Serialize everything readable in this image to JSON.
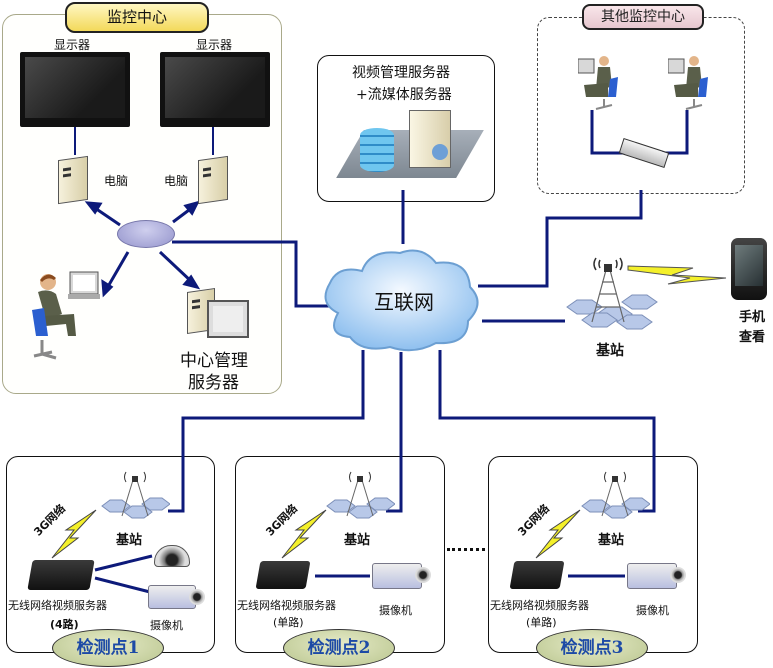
{
  "colors": {
    "wire": "#0d1a7a",
    "center_pill": "#f3d95a",
    "other_pill": "#e6c7cf",
    "oval": "#c8d19c",
    "oval_text": "#1d4aa6",
    "cloud": "#9cc9f2"
  },
  "monitoring_center": {
    "title": "监控中心",
    "monitor_left_label": "显示器",
    "monitor_right_label": "显示器",
    "pc_left_label": "电脑",
    "pc_right_label": "电脑",
    "server_label_line1": "中心管理",
    "server_label_line2": "服务器"
  },
  "video_server": {
    "label_line1": "视频管理服务器",
    "label_line2": "+流媒体服务器"
  },
  "other_center": {
    "title": "其他监控中心"
  },
  "internet": {
    "label": "互联网"
  },
  "base_station_main": {
    "label": "基站"
  },
  "mobile": {
    "label_line1": "手机",
    "label_line2": "查看"
  },
  "sites": [
    {
      "name": "检测点1",
      "network": "3G网络",
      "base_station": "基站",
      "device_line1": "无线网络视频服务器",
      "device_line2": "(4路)",
      "camera": "摄像机"
    },
    {
      "name": "检测点2",
      "network": "3G网络",
      "base_station": "基站",
      "device_line1": "无线网络视频服务器",
      "device_line2": "(单路)",
      "camera": "摄像机"
    },
    {
      "name": "检测点3",
      "network": "3G网络",
      "base_station": "基站",
      "device_line1": "无线网络视频服务器",
      "device_line2": "(单路)",
      "camera": "摄像机"
    }
  ]
}
